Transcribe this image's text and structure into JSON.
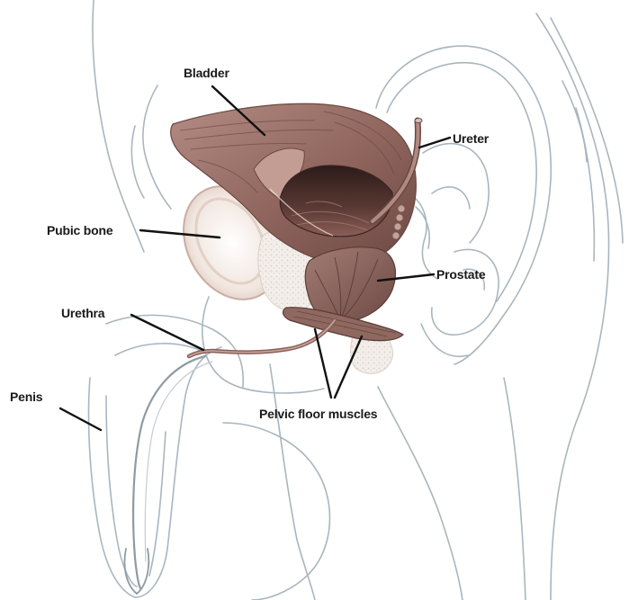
{
  "labels": {
    "bladder": "Bladder",
    "ureter": "Ureter",
    "pubic_bone": "Pubic bone",
    "prostate": "Prostate",
    "urethra": "Urethra",
    "penis": "Penis",
    "pelvic_floor_muscles": "Pelvic floor muscles"
  },
  "colors": {
    "outline": "#a9b6bf",
    "muscle": "#8a5f58",
    "muscle_dark": "#5a3a36",
    "muscle_light": "#b8928a",
    "leader": "#111111",
    "bone": "#efe3dc"
  }
}
